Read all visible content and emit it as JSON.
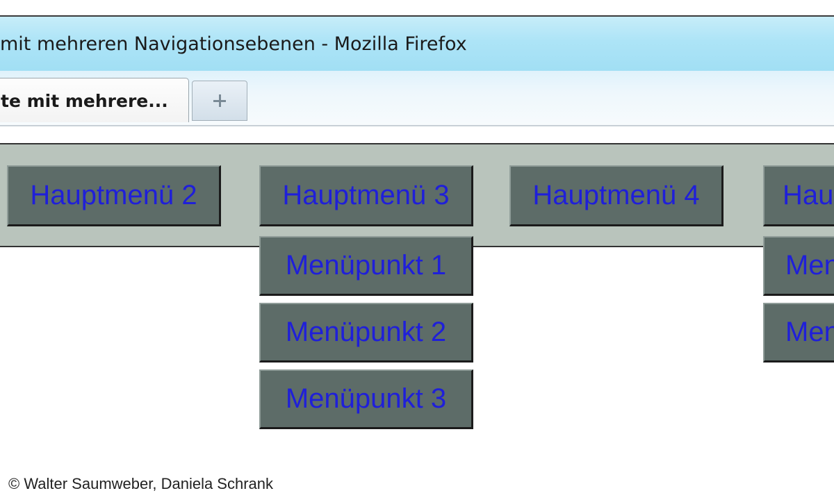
{
  "window": {
    "title": "mit mehreren Navigationsebenen - Mozilla Firefox"
  },
  "tabs": {
    "active_label": "te mit mehrere...",
    "new_tab_icon": "plus-icon"
  },
  "navigation": {
    "main_items": [
      {
        "label": "Hauptmenü 2"
      },
      {
        "label": "Hauptmenü 3"
      },
      {
        "label": "Hauptmenü 4"
      },
      {
        "label": "Hau"
      }
    ],
    "submenu_hauptmenue3": [
      {
        "label": "Menüpunkt 1"
      },
      {
        "label": "Menüpunkt 2"
      },
      {
        "label": "Menüpunkt 3"
      }
    ],
    "submenu_partial": [
      {
        "label": "Men"
      },
      {
        "label": "Men"
      }
    ]
  },
  "colors": {
    "titlebar": "#ade4f7",
    "navbar": "#b9c4bc",
    "button": "#5d6c68",
    "link_text": "#1f1fd9"
  },
  "footer": {
    "copyright": "© Walter Saumweber, Daniela Schrank"
  }
}
